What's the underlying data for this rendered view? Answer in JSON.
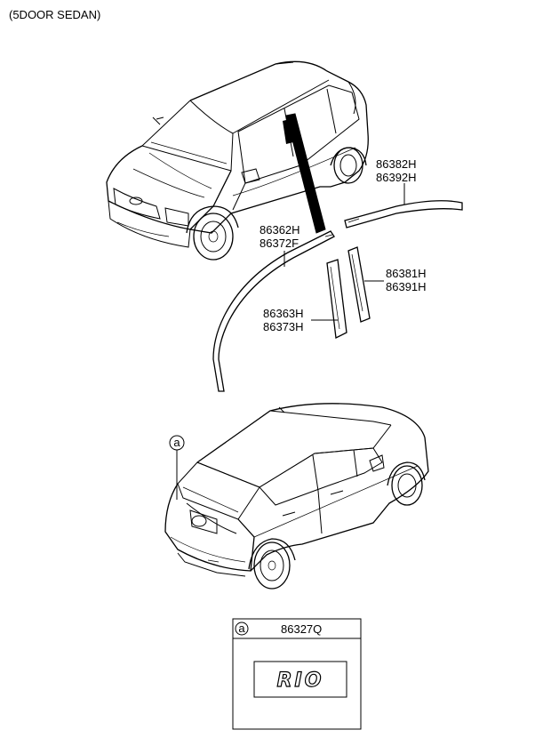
{
  "header": {
    "title": "(5DOOR SEDAN)"
  },
  "parts": {
    "roof_molding_rear": [
      "86382H",
      "86392H"
    ],
    "roof_molding_front": [
      "86362H",
      "86372F"
    ],
    "pillar_tape_rear": [
      "86381H",
      "86391H"
    ],
    "pillar_tape_front": [
      "86363H",
      "86373H"
    ]
  },
  "emblem": {
    "callout": "a",
    "part_no": "86327Q",
    "logo_text": "RIO"
  }
}
